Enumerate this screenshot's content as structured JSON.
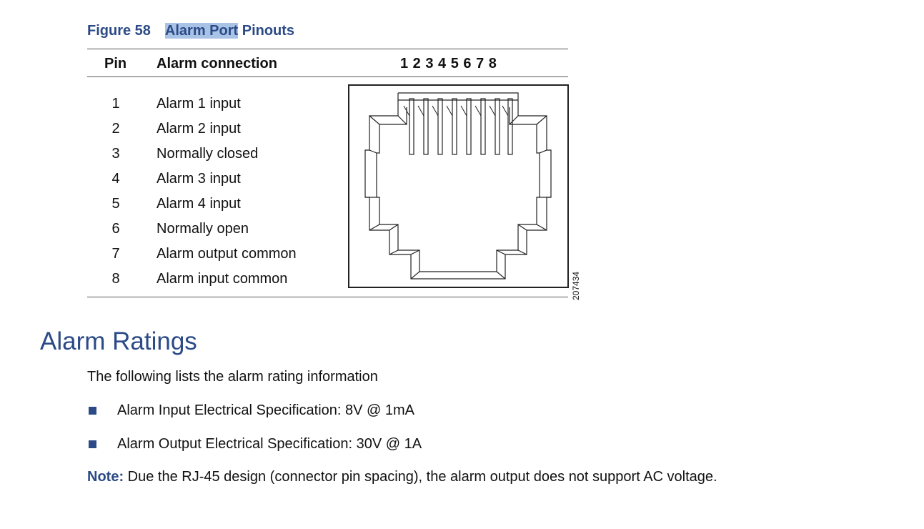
{
  "figure": {
    "number": "Figure 58",
    "title_highlighted": "Alarm Port",
    "title_rest": " Pinouts",
    "figure_id": "207434"
  },
  "table": {
    "headers": {
      "pin": "Pin",
      "connection": "Alarm connection",
      "pins_label": "1 2 3 4 5 6 7 8"
    },
    "rows": [
      {
        "pin": "1",
        "connection": "Alarm 1 input"
      },
      {
        "pin": "2",
        "connection": "Alarm 2 input"
      },
      {
        "pin": "3",
        "connection": "Normally closed"
      },
      {
        "pin": "4",
        "connection": "Alarm 3 input"
      },
      {
        "pin": "5",
        "connection": "Alarm 4 input"
      },
      {
        "pin": "6",
        "connection": "Normally open"
      },
      {
        "pin": "7",
        "connection": "Alarm output common"
      },
      {
        "pin": "8",
        "connection": "Alarm input common"
      }
    ]
  },
  "section": {
    "title": "Alarm Ratings",
    "intro": "The following lists the alarm rating information",
    "bullets": [
      "Alarm Input Electrical Specification: 8V @ 1mA",
      "Alarm Output Electrical Specification: 30V @ 1A"
    ]
  },
  "note": {
    "label": "Note:",
    "text": " Due the RJ-45 design (connector pin spacing), the alarm output does not support AC voltage."
  },
  "colors": {
    "heading": "#2b4a86",
    "highlight": "#a9c3e6",
    "text": "#111111"
  }
}
